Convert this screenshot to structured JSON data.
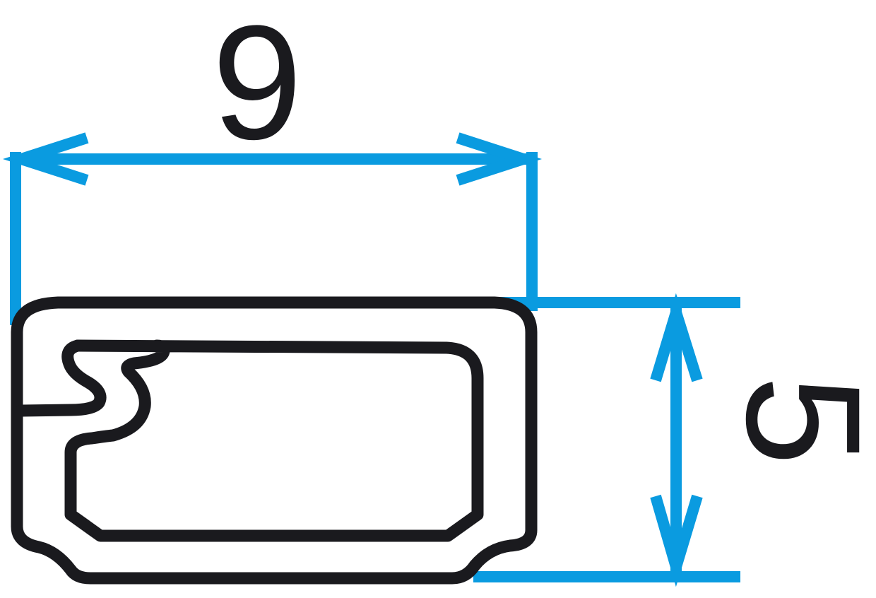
{
  "diagram": {
    "type": "dimension-drawing",
    "subject": "profile cross-section",
    "dimensions": {
      "width": {
        "label": "9",
        "orientation": "horizontal"
      },
      "height": {
        "label": "5",
        "orientation": "vertical"
      }
    },
    "colors": {
      "dimension_lines": "#0a9be0",
      "outline": "#1a1a1e",
      "background": "#ffffff"
    }
  }
}
